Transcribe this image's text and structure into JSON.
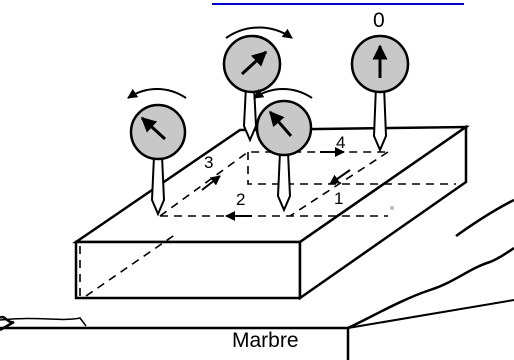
{
  "labels": {
    "dial_zero": "0",
    "path_1": "1",
    "path_2": "2",
    "path_3": "3",
    "path_4": "4",
    "surface": "Marbre"
  },
  "colors": {
    "top_rule": "#0000cc",
    "dial_fill": "#c8c8c8",
    "ink": "#000000"
  },
  "icons": [
    "dial-gauge-icon",
    "rotation-arrow-icon",
    "direction-arrow-icon"
  ]
}
